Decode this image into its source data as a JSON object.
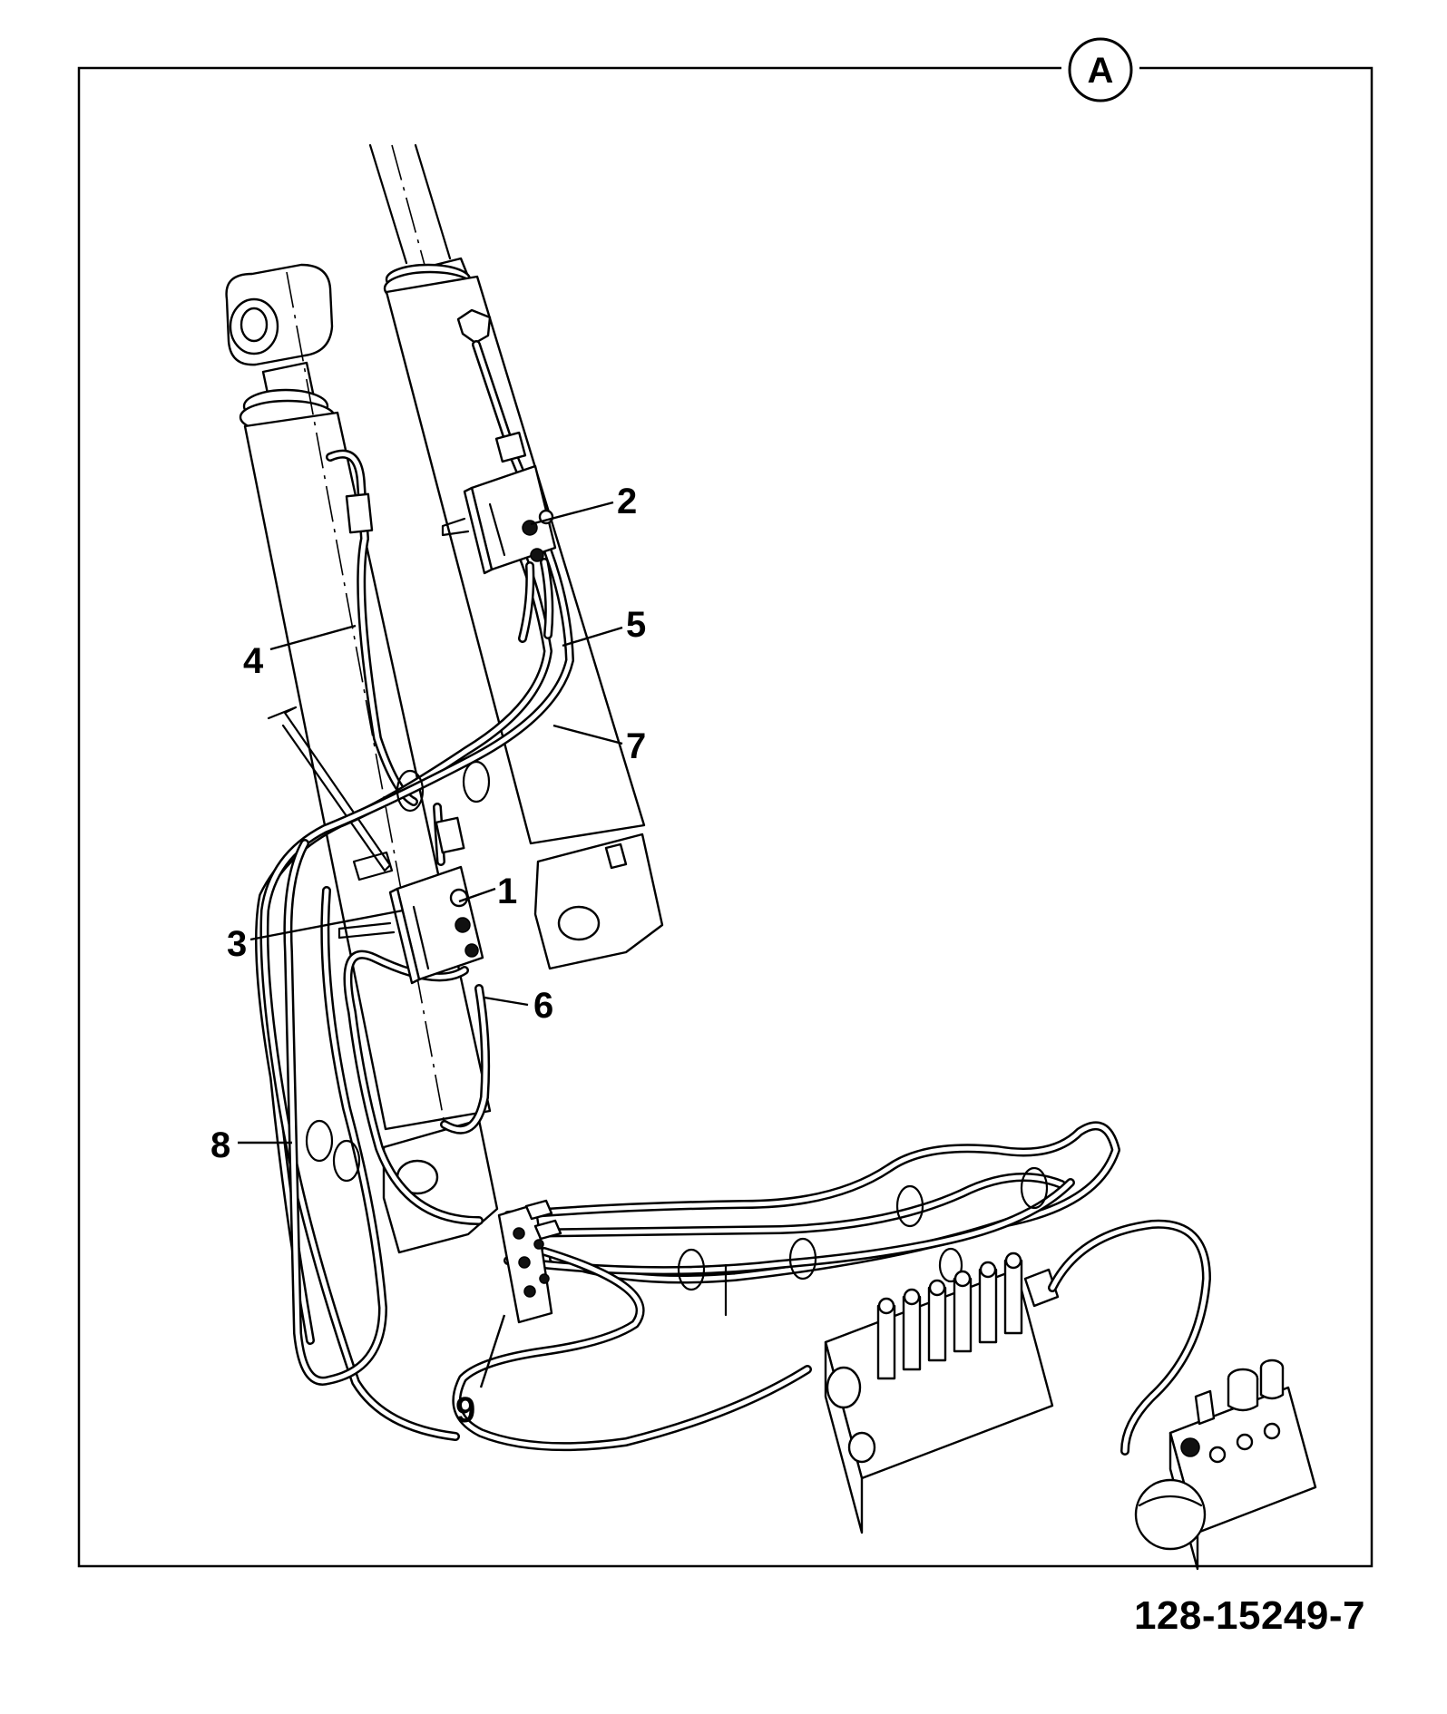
{
  "view_marker": "A",
  "drawing_number": "128-15249-7",
  "callouts": [
    {
      "id": "1",
      "label": "1"
    },
    {
      "id": "2",
      "label": "2"
    },
    {
      "id": "3",
      "label": "3"
    },
    {
      "id": "4",
      "label": "4"
    },
    {
      "id": "5",
      "label": "5"
    },
    {
      "id": "6",
      "label": "6"
    },
    {
      "id": "7",
      "label": "7"
    },
    {
      "id": "8",
      "label": "8"
    },
    {
      "id": "9",
      "label": "9"
    }
  ]
}
